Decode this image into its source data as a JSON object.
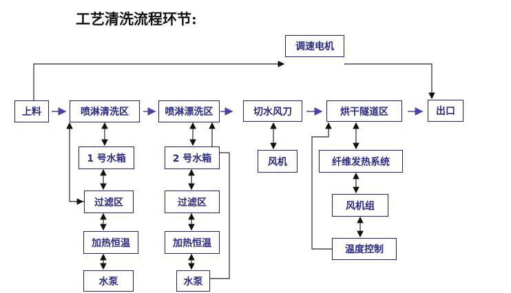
{
  "title": "工艺清洗流程环节:",
  "nodes": {
    "load": "上料",
    "spray_wash": "喷淋清洗区",
    "spray_rinse": "喷淋漂洗区",
    "air_knife": "切水风刀",
    "dry_tunnel": "烘干隧道区",
    "exit": "出口",
    "motor": "调速电机",
    "tank1": "1 号水箱",
    "filter1": "过滤区",
    "heat1": "加热恒温",
    "pump1": "水泵",
    "tank2": "2 号水箱",
    "filter2": "过滤区",
    "heat2": "加热恒温",
    "pump2": "水泵",
    "fan": "风机",
    "fiber_heater": "纤维发热系统",
    "fan_group": "风机组",
    "temp_control": "温度控制"
  },
  "colors": {
    "box_border": "#1a1a80",
    "text": "#2a2a8a",
    "flow_arrow": "#4444aa",
    "line": "#222222"
  }
}
